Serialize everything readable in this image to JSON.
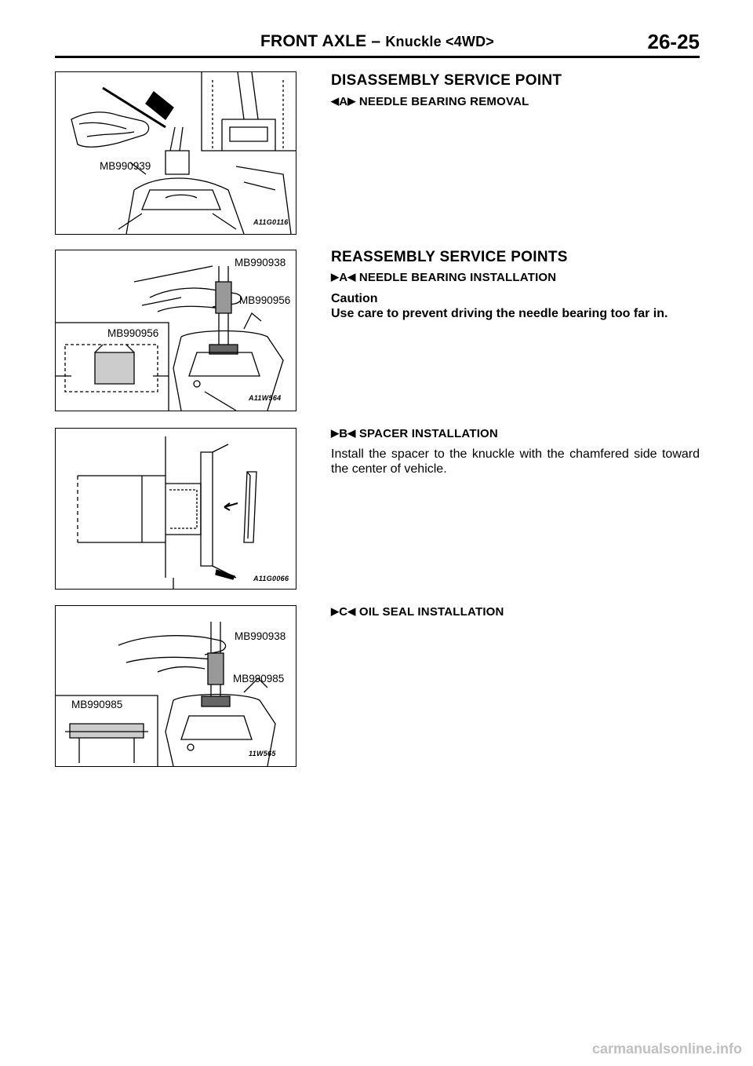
{
  "header": {
    "section": "FRONT AXLE",
    "dash": "–",
    "subsection": "Knuckle <4WD>",
    "page_number": "26-25"
  },
  "figures": [
    {
      "labels": [
        "MB990939"
      ],
      "code": "A11G0116"
    },
    {
      "labels": [
        "MB990938",
        "MB990956",
        "MB990956"
      ],
      "code": "A11W564"
    },
    {
      "labels": [],
      "code": "A11G0066"
    },
    {
      "labels": [
        "MB990938",
        "MB990985",
        "MB990985"
      ],
      "code": "11W565"
    }
  ],
  "content": {
    "disassembly_heading": "DISASSEMBLY SERVICE POINT",
    "item_a_removal": {
      "marker": "A",
      "title": "NEEDLE BEARING REMOVAL"
    },
    "reassembly_heading": "REASSEMBLY SERVICE POINTS",
    "item_a_install": {
      "marker": "A",
      "title": "NEEDLE BEARING INSTALLATION",
      "caution_label": "Caution",
      "caution_text": "Use care to prevent driving the needle bearing too far in."
    },
    "item_b": {
      "marker": "B",
      "title": "SPACER INSTALLATION",
      "text": "Install the spacer to the knuckle with the chamfered side toward the center of vehicle."
    },
    "item_c": {
      "marker": "C",
      "title": "OIL SEAL INSTALLATION"
    }
  },
  "footer": {
    "watermark": "carmanualsonline.info"
  }
}
